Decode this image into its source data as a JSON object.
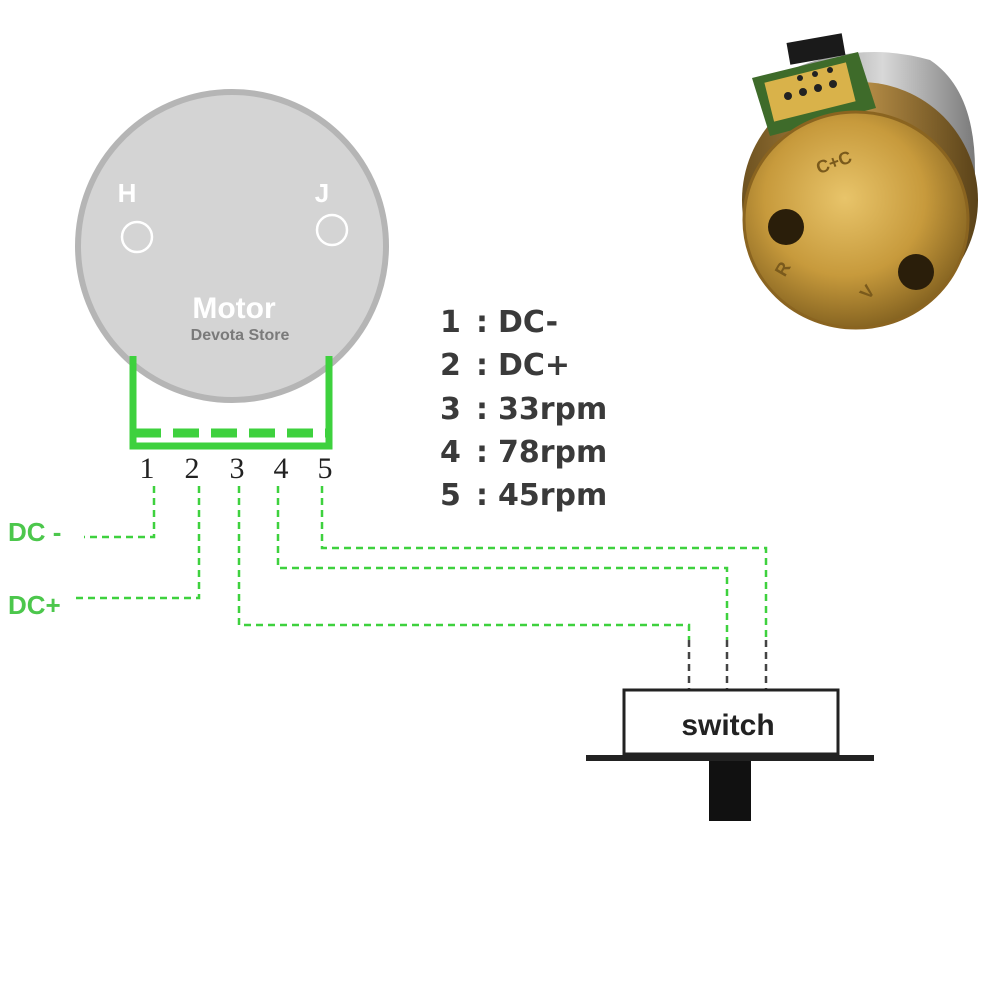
{
  "motor": {
    "title": "Motor",
    "store": "Devota Store",
    "hole_left_label": "H",
    "hole_right_label": "J",
    "body_color": "#d4d4d4",
    "rim_color": "#b5b5b5"
  },
  "pins": [
    "1",
    "2",
    "3",
    "4",
    "5"
  ],
  "legend": [
    {
      "num": "1",
      "sep": ":",
      "label": "DC-"
    },
    {
      "num": "2",
      "sep": ":",
      "label": "DC+"
    },
    {
      "num": "3",
      "sep": ":",
      "label": "33rpm"
    },
    {
      "num": "4",
      "sep": ":",
      "label": "78rpm"
    },
    {
      "num": "5",
      "sep": ":",
      "label": "45rpm"
    }
  ],
  "supply": {
    "dc_minus": "DC -",
    "dc_plus": "DC+"
  },
  "switch": {
    "label": "switch"
  },
  "photo": {
    "marking_top": "C+C",
    "marking_left": "R",
    "marking_right": "V"
  },
  "colors": {
    "wire_green": "#3ed13e",
    "label_green": "#4cc74c",
    "dark": "#222222",
    "gold": "#c9a24a"
  }
}
